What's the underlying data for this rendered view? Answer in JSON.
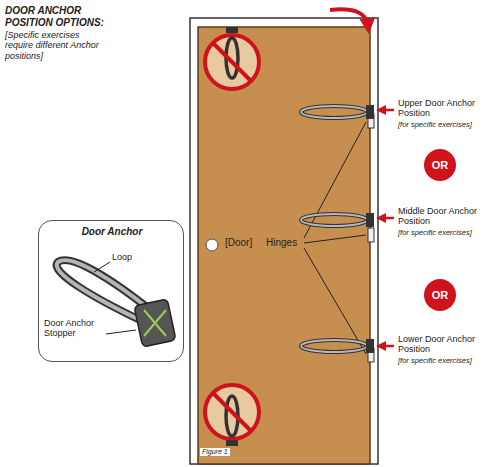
{
  "diagram": {
    "title": "DOOR ANCHOR POSITION OPTIONS:",
    "caption": "Figure 1",
    "nodes": [
      {
        "text": [
          "Door Anchor"
        ]
      },
      {
        "text": [
          "[Door]",
          "Hinges"
        ]
      },
      {
        "text": [
          "OR"
        ]
      },
      {
        "text": [
          "OR"
        ]
      }
    ],
    "labels": [
      "[Specific exercises require different Anchor positions]",
      "Loop",
      "Door Anchor Stopper",
      "Upper Door Anchor Position",
      "[for specific exercises]",
      "Middle Door Anchor Position",
      "[for specific exercises]",
      "Lower Door Anchor Position",
      "[for specific exercises]"
    ]
  }
}
